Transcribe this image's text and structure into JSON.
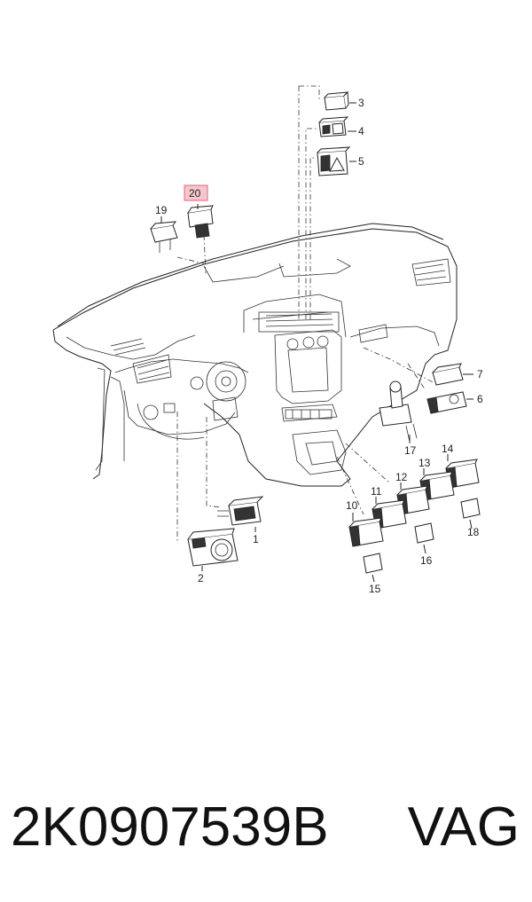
{
  "diagram": {
    "highlighted_callout": "20",
    "callouts": [
      "1",
      "2",
      "3",
      "4",
      "5",
      "6",
      "7",
      "10",
      "11",
      "12",
      "13",
      "14",
      "15",
      "16",
      "17",
      "18",
      "19",
      "20"
    ],
    "highlight_color": "#f4c7cf",
    "highlight_border": "#e06078"
  },
  "caption": {
    "part_number": "2K0907539B",
    "brand": "VAG"
  }
}
